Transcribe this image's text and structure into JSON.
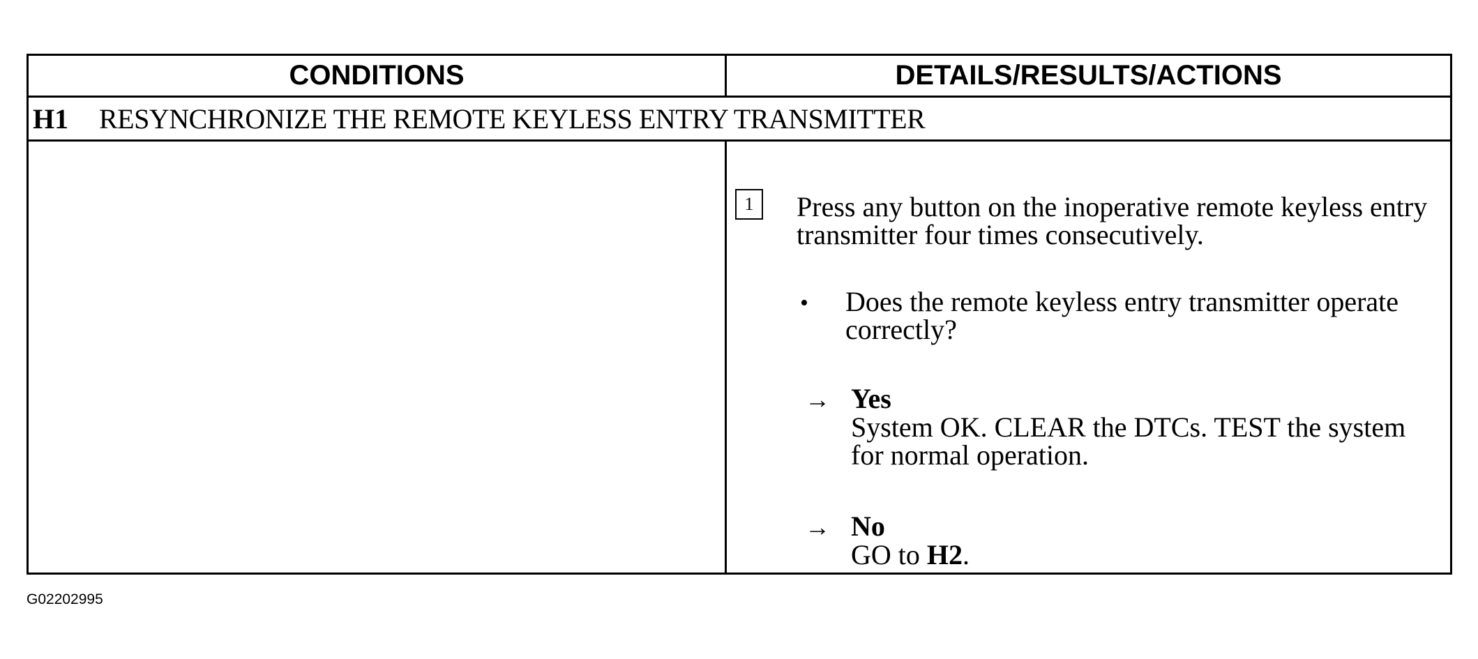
{
  "headers": {
    "conditions": "CONDITIONS",
    "details": "DETAILS/RESULTS/ACTIONS"
  },
  "section": {
    "id": "H1",
    "title": "RESYNCHRONIZE THE REMOTE KEYLESS ENTRY TRANSMITTER"
  },
  "step": {
    "number": "1",
    "instruction": "Press any button on the inoperative remote keyless entry transmitter four times consecutively."
  },
  "question": "Does the remote keyless entry transmitter operate correctly?",
  "results": {
    "yes": {
      "label": "Yes",
      "action": "System OK. CLEAR the DTCs. TEST the system for normal operation."
    },
    "no": {
      "label": "No",
      "action_prefix": "GO to ",
      "action_target": "H2",
      "action_suffix": "."
    }
  },
  "figure_id": "G02202995"
}
